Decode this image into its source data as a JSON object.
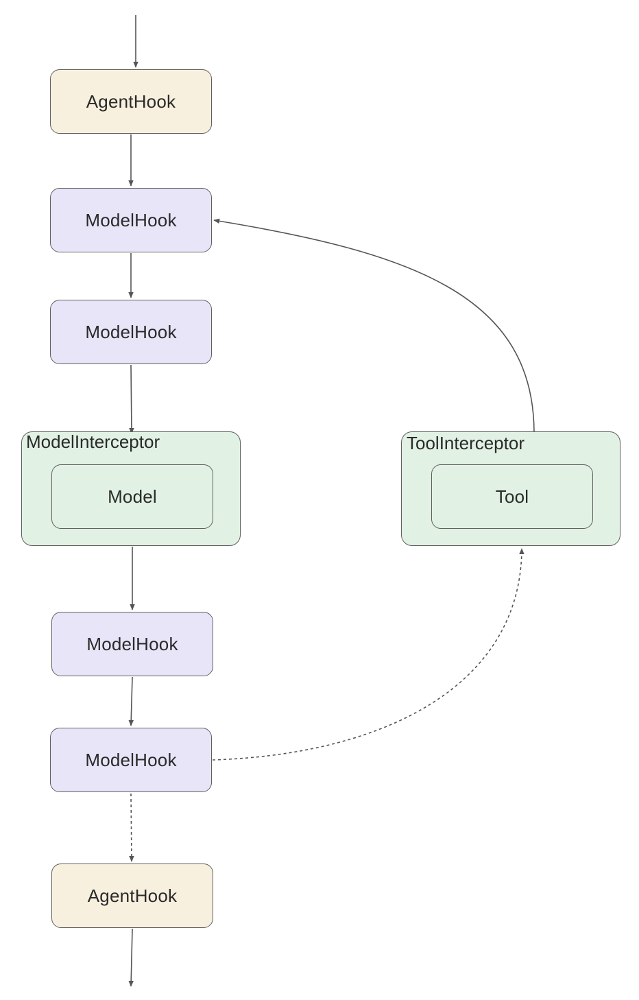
{
  "colors": {
    "agent_hook_fill": "#f8f0de",
    "model_hook_fill": "#e9e5f9",
    "interceptor_fill": "#e1f1e4",
    "stroke": "#5f5f5f",
    "edge": "#555555"
  },
  "nodes": {
    "agent_hook_top": "AgentHook",
    "model_hook_1": "ModelHook",
    "model_hook_2": "ModelHook",
    "model_interceptor": {
      "label": "ModelInterceptor",
      "inner": "Model"
    },
    "tool_interceptor": {
      "label": "ToolInterceptor",
      "inner": "Tool"
    },
    "model_hook_3": "ModelHook",
    "model_hook_4": "ModelHook",
    "agent_hook_bottom": "AgentHook"
  }
}
